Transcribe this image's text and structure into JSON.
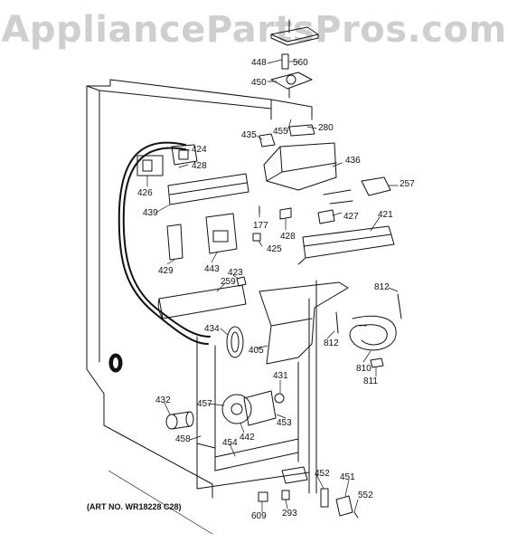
{
  "watermark": "AppliancePartsPros.com",
  "art_number": "(ART NO. WR18228 C28)",
  "colors": {
    "line": "#111111",
    "watermark": "#cfcfcf",
    "background": "#ffffff"
  },
  "parts": [
    {
      "id": "p448",
      "label": "448"
    },
    {
      "id": "p560",
      "label": "560"
    },
    {
      "id": "p450",
      "label": "450"
    },
    {
      "id": "p455",
      "label": "455"
    },
    {
      "id": "p280",
      "label": "280"
    },
    {
      "id": "p435",
      "label": "435"
    },
    {
      "id": "p424",
      "label": "424"
    },
    {
      "id": "p428a",
      "label": "428"
    },
    {
      "id": "p436",
      "label": "436"
    },
    {
      "id": "p426",
      "label": "426"
    },
    {
      "id": "p257",
      "label": "257"
    },
    {
      "id": "p439",
      "label": "439"
    },
    {
      "id": "p177",
      "label": "177"
    },
    {
      "id": "p427",
      "label": "427"
    },
    {
      "id": "p421",
      "label": "421"
    },
    {
      "id": "p428b",
      "label": "428"
    },
    {
      "id": "p425",
      "label": "425"
    },
    {
      "id": "p429",
      "label": "429"
    },
    {
      "id": "p443",
      "label": "443"
    },
    {
      "id": "p423",
      "label": "423"
    },
    {
      "id": "p259",
      "label": "259"
    },
    {
      "id": "p812a",
      "label": "812"
    },
    {
      "id": "p434",
      "label": "434"
    },
    {
      "id": "p405",
      "label": "405"
    },
    {
      "id": "p812b",
      "label": "812"
    },
    {
      "id": "p810",
      "label": "810"
    },
    {
      "id": "p811",
      "label": "811"
    },
    {
      "id": "p431",
      "label": "431"
    },
    {
      "id": "p432",
      "label": "432"
    },
    {
      "id": "p457",
      "label": "457"
    },
    {
      "id": "p453",
      "label": "453"
    },
    {
      "id": "p442",
      "label": "442"
    },
    {
      "id": "p458",
      "label": "458"
    },
    {
      "id": "p454",
      "label": "454"
    },
    {
      "id": "p452",
      "label": "452"
    },
    {
      "id": "p451",
      "label": "451"
    },
    {
      "id": "p552",
      "label": "552"
    },
    {
      "id": "p609",
      "label": "609"
    },
    {
      "id": "p293",
      "label": "293"
    }
  ]
}
